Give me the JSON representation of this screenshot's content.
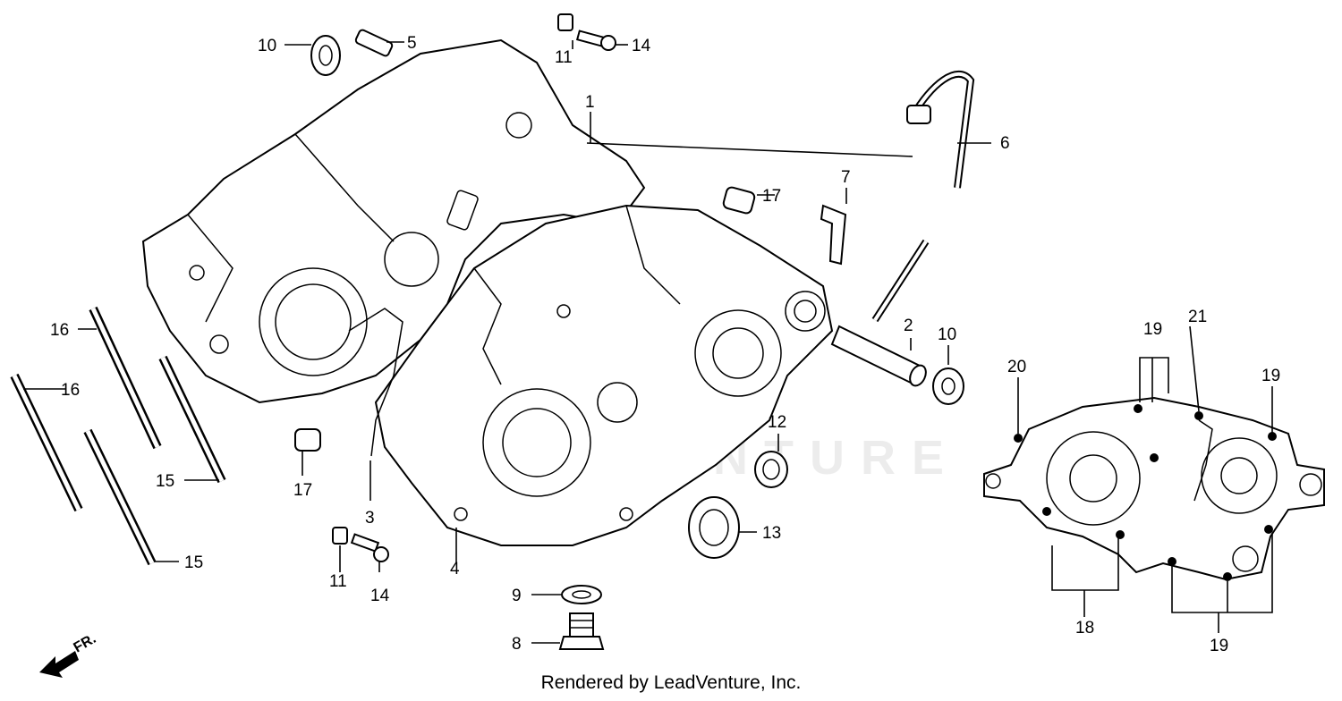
{
  "diagram": {
    "watermark": "LEADVENTURE",
    "front_indicator": "FR.",
    "callouts": [
      "1",
      "2",
      "3",
      "4",
      "5",
      "6",
      "7",
      "8",
      "9",
      "10",
      "10",
      "11",
      "11",
      "12",
      "13",
      "14",
      "14",
      "15",
      "15",
      "16",
      "16",
      "17",
      "17",
      "18",
      "19",
      "19",
      "19",
      "20",
      "21"
    ]
  },
  "footer": {
    "text": "Rendered by LeadVenture, Inc."
  }
}
